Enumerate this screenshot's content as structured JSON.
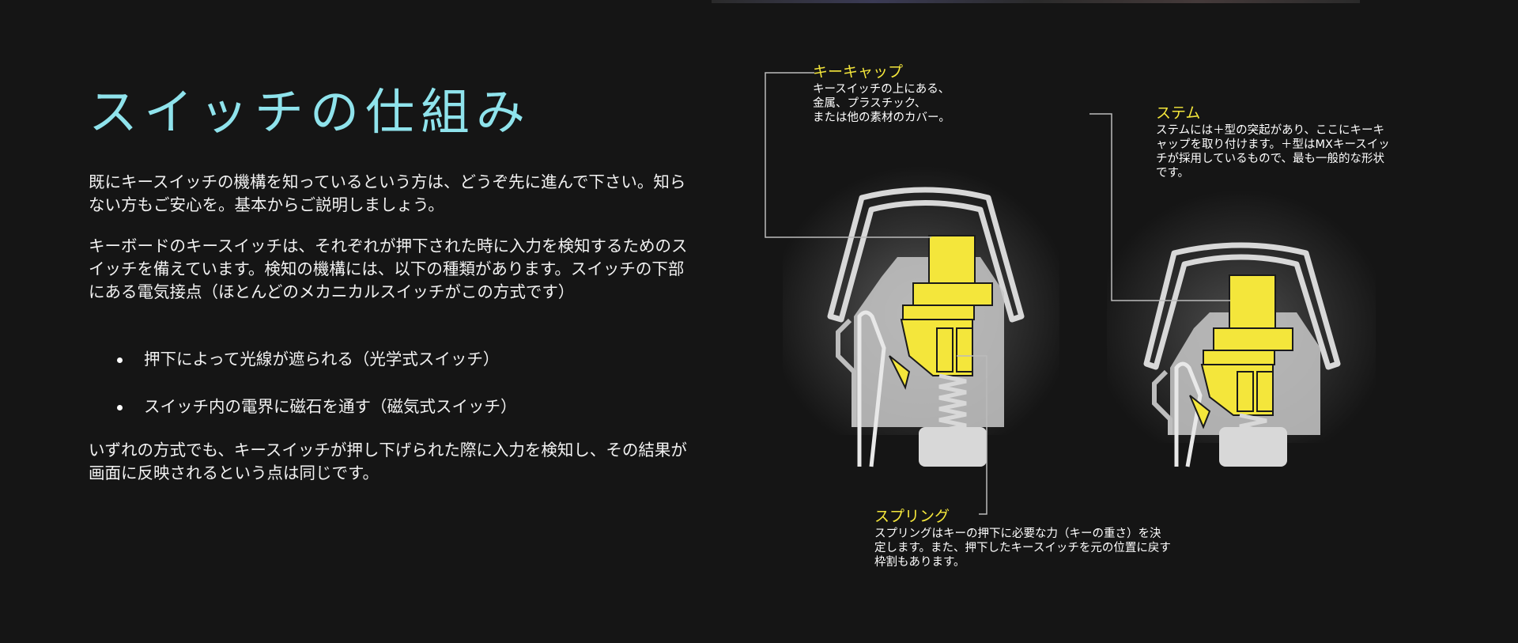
{
  "heading": "スイッチの仕組み",
  "intro": "既にキースイッチの機構を知っているという方は、どうぞ先に進んで下さい。知らない方もご安心を。基本からご説明しましょう。",
  "body": "キーボードのキースイッチは、それぞれが押下された時に入力を検知するためのスイッチを備えています。検知の機構には、以下の種類があります。スイッチの下部にある電気接点（ほとんどのメカニカルスイッチがこの方式です）",
  "bullets": [
    "押下によって光線が遮られる（光学式スイッチ）",
    "スイッチ内の電界に磁石を通す（磁気式スイッチ）"
  ],
  "conclusion": "いずれの方式でも、キースイッチが押し下げられた際に入力を検知し、その結果が画面に反映されるという点は同じです。",
  "callouts": {
    "keycap": {
      "title": "キーキャップ",
      "desc": "キースイッチの上にある、\n金属、プラスチック、\nまたは他の素材のカバー。"
    },
    "stem": {
      "title": "ステム",
      "desc": "ステムには＋型の突起があり、ここにキーキ\nャップを取り付けます。＋型はMXキースイッ\nチが採用しているもので、最も一般的な形状\nです。"
    },
    "spring": {
      "title": "スプリング",
      "desc": "スプリングはキーの押下に必要な力（キーの重さ）を決\n定します。また、押下したキースイッチを元の位置に戻す\n枠割もあります。"
    }
  },
  "colors": {
    "background": "#151515",
    "heading": "#8fe3ec",
    "accent_yellow": "#f4e63b",
    "text": "#f2f2f2",
    "outline": "#d8d8d8"
  }
}
